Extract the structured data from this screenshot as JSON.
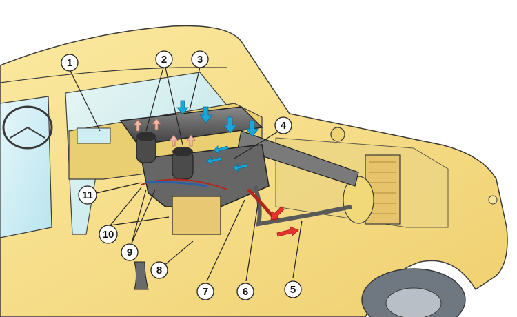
{
  "figure": {
    "callouts": [
      {
        "id": "1",
        "label": "1"
      },
      {
        "id": "2",
        "label": "2"
      },
      {
        "id": "3",
        "label": "3"
      },
      {
        "id": "4",
        "label": "4"
      },
      {
        "id": "5",
        "label": "5"
      },
      {
        "id": "6",
        "label": "6"
      },
      {
        "id": "7",
        "label": "7"
      },
      {
        "id": "8",
        "label": "8"
      },
      {
        "id": "9",
        "label": "9"
      },
      {
        "id": "10",
        "label": "10"
      },
      {
        "id": "11",
        "label": "11"
      }
    ],
    "colors": {
      "body": "#f6e08a",
      "body_shadow": "#e3c25a",
      "glass": "#cfeef4",
      "outline": "#3a3a3a",
      "heater": "#5d5d5d",
      "cold_air": "#1aa6d8",
      "warm_air": "#f2b8a8",
      "hot_coolant": "#e8332f",
      "hose_red": "#b0281e",
      "hose_blue": "#2b5fa8"
    }
  }
}
